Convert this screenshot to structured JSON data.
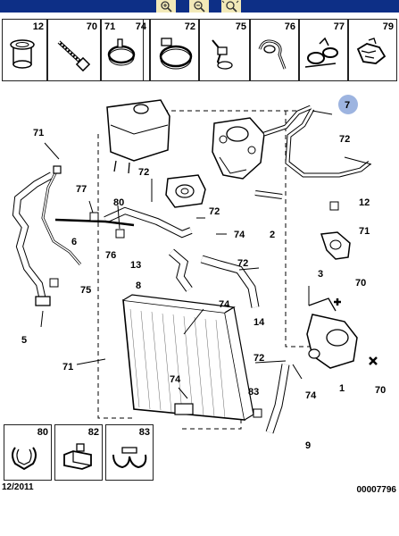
{
  "toolbar": {
    "buttons": [
      {
        "name": "zoom-in-icon"
      },
      {
        "name": "zoom-out-icon"
      },
      {
        "name": "zoom-fit-icon"
      }
    ]
  },
  "hardware": [
    {
      "num": "12",
      "icon": "sleeve-bushing-icon"
    },
    {
      "num": "70",
      "icon": "bolt-screw-icon"
    },
    {
      "num": "71",
      "icon": "spring-clamp-icon"
    },
    {
      "num": "74",
      "icon": "spring-clamp-small-icon"
    },
    {
      "num": "72",
      "icon": "worm-gear-clamp-icon"
    },
    {
      "num": "75",
      "icon": "wire-clip-icon"
    },
    {
      "num": "76",
      "icon": "p-clip-icon"
    },
    {
      "num": "77",
      "icon": "double-clip-icon"
    },
    {
      "num": "79",
      "icon": "retaining-clip-icon"
    }
  ],
  "diagram": {
    "highlight_color": "#9db4e0",
    "callouts": {
      "c7": "7",
      "c71a": "71",
      "c72a": "72",
      "c77": "77",
      "c80": "80",
      "c6": "6",
      "c76": "76",
      "c72b": "72",
      "c72c": "72",
      "c74a": "74",
      "c2": "2",
      "c12": "12",
      "c71b": "71",
      "c13": "13",
      "c8": "8",
      "c72d": "72",
      "c75": "75",
      "c5": "5",
      "c3": "3",
      "c70a": "70",
      "c14": "14",
      "c74b": "74",
      "c72e": "72",
      "c71c": "71",
      "c74c": "74",
      "c74d": "74",
      "c1": "1",
      "c70b": "70",
      "c83": "83",
      "c9": "9"
    }
  },
  "clips": [
    {
      "num": "80",
      "icon": "double-clip-80-icon"
    },
    {
      "num": "82",
      "icon": "block-clip-icon"
    },
    {
      "num": "83",
      "icon": "double-clip-83-icon"
    }
  ],
  "footer": {
    "date": "12/2011",
    "code": "00007796"
  }
}
